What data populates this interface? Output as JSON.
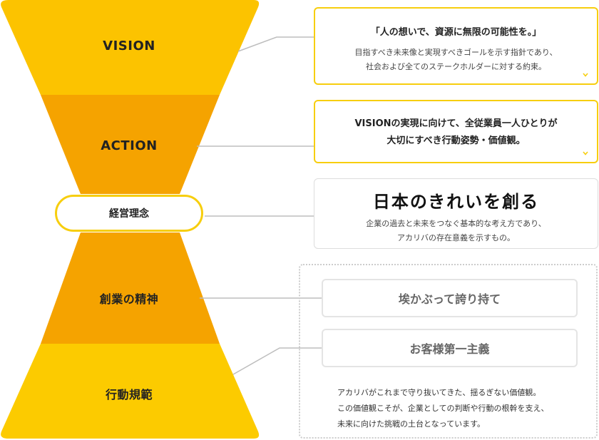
{
  "tiers": {
    "vision": "VISION",
    "action": "ACTION",
    "philosophy": "経営理念",
    "founding": "創業の精神",
    "conduct": "行動規範"
  },
  "vision_card": {
    "title": "「人の想いで、資源に無限の可能性を。」",
    "body_line1": "目指すべき未来像と実現すべきゴールを示す指針であり、",
    "body_line2": "社会および全てのステークホルダーに対する約束。"
  },
  "action_card": {
    "line1": "VISIONの実現に向けて、全従業員一人ひとりが",
    "line2": "大切にすべき行動姿勢・価値観。"
  },
  "philosophy_card": {
    "logo_text": "日本のきれいを創る",
    "body_line1": "企業の過去と未来をつなぐ基本的な考え方であり、",
    "body_line2": "アカリバの存在意義を示すもの。"
  },
  "values": [
    "埃かぶって誇り持て",
    "お客様第一主義"
  ],
  "values_note": {
    "line1": "アカリバがこれまで守り抜いてきた、揺るぎない価値観。",
    "line2": "この価値観こそが、企業としての判断や行動の根幹を支え、",
    "line3": "未来に向けた挑戦の土台となっています。"
  },
  "colors": {
    "yellow": "#F7CE0E",
    "orange": "#F5A300",
    "connector": "#bdbdbd"
  }
}
